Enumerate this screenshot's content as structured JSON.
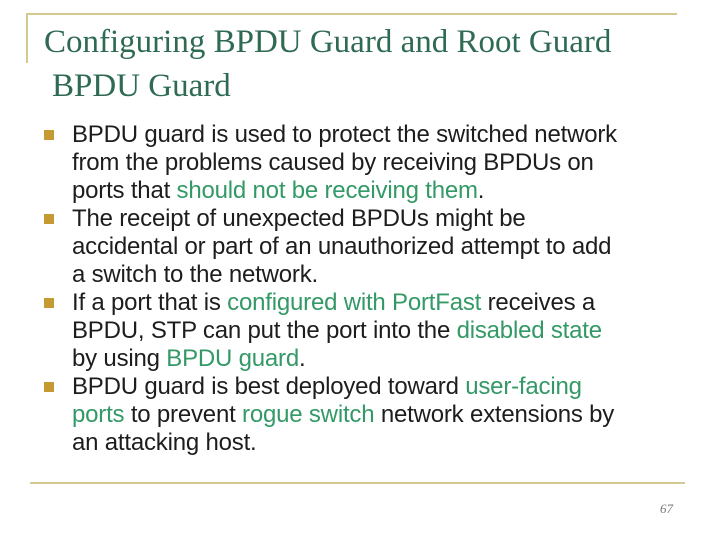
{
  "slide": {
    "title": "Configuring BPDU Guard and Root Guard",
    "subtitle": "BPDU Guard",
    "page_number": "67",
    "bullets": [
      {
        "lines": [
          [
            {
              "t": "BPDU guard is used to protect the switched network",
              "c": "black"
            }
          ],
          [
            {
              "t": "from the problems caused by receiving BPDUs on",
              "c": "black"
            }
          ],
          [
            {
              "t": "ports that ",
              "c": "black"
            },
            {
              "t": "should not be receiving them",
              "c": "green"
            },
            {
              "t": ".",
              "c": "black"
            }
          ]
        ]
      },
      {
        "lines": [
          [
            {
              "t": "The receipt of unexpected BPDUs might be",
              "c": "black"
            }
          ],
          [
            {
              "t": "accidental or part of an unauthorized attempt to add",
              "c": "black"
            }
          ],
          [
            {
              "t": "a switch to the network.",
              "c": "black"
            }
          ]
        ]
      },
      {
        "lines": [
          [
            {
              "t": "If a port that is ",
              "c": "black"
            },
            {
              "t": "configured with PortFast",
              "c": "green"
            },
            {
              "t": " receives a",
              "c": "black"
            }
          ],
          [
            {
              "t": "BPDU, STP can put the port into the ",
              "c": "black"
            },
            {
              "t": "disabled state",
              "c": "green"
            }
          ],
          [
            {
              "t": "by using ",
              "c": "black"
            },
            {
              "t": "BPDU guard",
              "c": "green"
            },
            {
              "t": ".",
              "c": "black"
            }
          ]
        ]
      },
      {
        "lines": [
          [
            {
              "t": "BPDU guard is best deployed toward ",
              "c": "black"
            },
            {
              "t": "user-facing",
              "c": "green"
            }
          ],
          [
            {
              "t": "ports",
              "c": "green"
            },
            {
              "t": " to prevent ",
              "c": "black"
            },
            {
              "t": "rogue switch",
              "c": "green"
            },
            {
              "t": " network extensions by",
              "c": "black"
            }
          ],
          [
            {
              "t": "an attacking host.",
              "c": "black"
            }
          ]
        ]
      }
    ],
    "colors": {
      "title_green": "#2f6a53",
      "body_green": "#339966",
      "text_black": "#1d1d1d",
      "bullet_gold": "#c59a33",
      "line_tan": "#d5c98f",
      "page_gray": "#7a7a7a"
    }
  }
}
